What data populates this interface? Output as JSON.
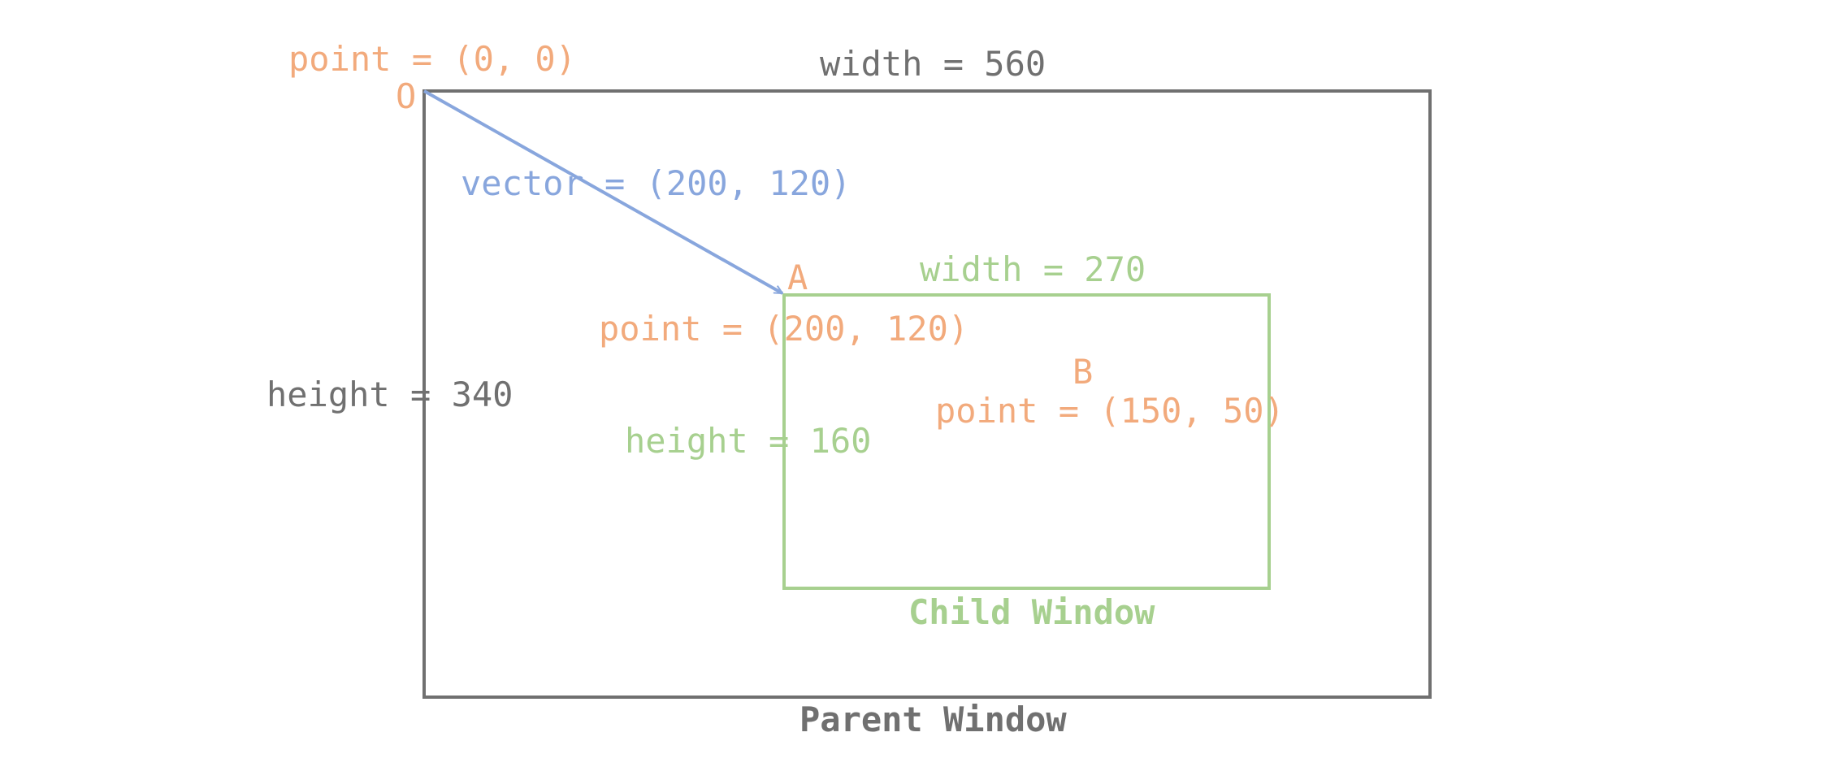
{
  "colors": {
    "gray": "#707070",
    "orange": "#F2AA7C",
    "blue": "#88A6DD",
    "green": "#A7D08F"
  },
  "parent": {
    "title": "Parent Window",
    "width_label": "width = 560",
    "height_label": "height = 340",
    "origin_marker": "O",
    "origin_point": "point = (0, 0)"
  },
  "vector": {
    "label": "vector = (200, 120)"
  },
  "child": {
    "title": "Child Window",
    "width_label": "width = 270",
    "height_label": "height = 160",
    "corner_marker": "A",
    "corner_point": "point = (200, 120)"
  },
  "point_b": {
    "marker": "B",
    "point": "point = (150, 50)"
  }
}
